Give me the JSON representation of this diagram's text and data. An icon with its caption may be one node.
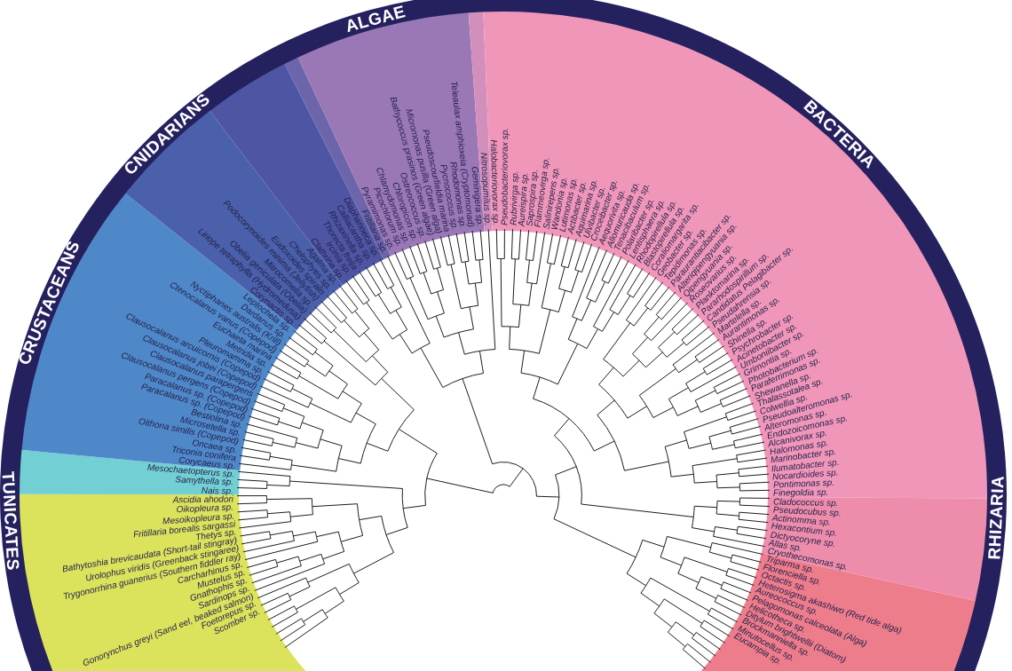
{
  "diagram": {
    "labels": [
      "TUNICATES",
      "CRUSTACEANS",
      "CNIDARIANS",
      "ALGAE",
      "BACTERIA",
      "RHIZARIA",
      "Scomber sp.",
      "Foetorepus sp.",
      "Gonorynchus greyi (Sand eel, beaked salmon)",
      "Sardinops sp.",
      "Gnathophis sp.",
      "Mustelus sp.",
      "Carcharhinus sp.",
      "Trygonorrhina guanerius (Southern fiddler ray)",
      "Urolophus viridis (Greenback stingaree)",
      "Bathytoshia brevicaudata (Short-tail stingray)",
      "Thetys sp.",
      "Fritillaria borealis sargassi",
      "Mesoikopleura sp.",
      "Oikopleura sp.",
      "Ascidia ahodori",
      "Nais sp.",
      "Samythella sp.",
      "Mesochaetopterus sp.",
      "Corycaeus sp.",
      "Triconia conifera",
      "Oncaea sp.",
      "Oithona similis (Copepod)",
      "Microsetella sp.",
      "Bestiolina sp.",
      "Paracalanus sp. (Copepod)",
      "Paracalanus sp. (Copepod)",
      "Clausocalanus pergens (Copepod)",
      "Clausocalanus parapergens",
      "Clausocalanus jobei (Copepod)",
      "Clausocalanus arcuicornis (Copepod)",
      "Pleuromamma sp.",
      "Metridia sp.",
      "Euchaeta marina",
      "Ctenocalanus vanus (Copepod)",
      "Nyctiphanes australis (Krill)",
      "Dardanus sp.",
      "Leptochela sp.",
      "Corynactis sp.",
      "Liriope tetraphylla (Hydromedusa)",
      "Obelia geniculata (Obelia)",
      "Mitrocomella sp.",
      "Podocorynoides minima (Jellyfish)",
      "Eudoxoides spiralis",
      "Chelophyes sp.",
      "Agalma sp.",
      "Clathrina sp.",
      "Ircinia sp.",
      "Thorecta freija",
      "Rhizaxinella sp.",
      "Calliacantha sp.",
      "Diaphanoeca sp.",
      "Fritillaria sp.",
      "Pyramimonas sp.",
      "Picochlorum sp.",
      "Chlamydomonas sp.",
      "Chloropicon sp.",
      "Ostreococcus sp.",
      "Bathycoccus prasinos (Green algae)",
      "Micromonas pusilla (Green alga)",
      "Pseudoscourfieldia marina",
      "Pycnococcus sp.",
      "Rhodomonas sp.",
      "Teleaulax amphioxeia (Cryptomonad)",
      "Geminigera sp.",
      "Nitrosopumilus sp.",
      "Halobacteriovorax sp.",
      "Pseudobacteriovorax sp.",
      "Rubrivirga sp.",
      "Aureispira sp.",
      "Saprospira sp.",
      "Flammeovirga sp.",
      "Salinirepens sp.",
      "Wandonia sp.",
      "Lutimonas sp.",
      "Actibacter sp.",
      "Aquimarina sp.",
      "Ulvibacter sp.",
      "Croceibacter sp.",
      "Aequorivita sp.",
      "Allomuricauda sp.",
      "Tenacibaculum sp.",
      "Polaribacter sp.",
      "Lentisphaera sp.",
      "Rhodopirellula sp.",
      "Blastopirellula sp.",
      "Coraliomargarita sp.",
      "Geobacter sp.",
      "Tepidimonas sp.",
      "Paraurantiacibacter sp.",
      "Alteriqipengyuania sp.",
      "Qipengyuania sp.",
      "Roseovarius sp.",
      "Planktomarina sp.",
      "Pararhodospirillum sp.",
      "Candidatus Pelagibacter sp.",
      "Pseudahrensia sp.",
      "Martelella sp.",
      "Aurantimonas sp.",
      "Shinella sp.",
      "Psychrobacter sp.",
      "Acinetobacter sp.",
      "Umboniibacter sp.",
      "Grimontia sp.",
      "Photobacterium sp.",
      "Paraferrimonas sp.",
      "Shewanella sp.",
      "Thalassotalea sp.",
      "Colwellia sp.",
      "Pseudoalteromonas sp.",
      "Alteromonas sp.",
      "Endozoicomonas sp.",
      "Alcanivorax sp.",
      "Halomonas sp.",
      "Marinobacter sp.",
      "Ilumatobacter sp.",
      "Nocardioides sp.",
      "Pontimonas sp.",
      "Finegoldia sp.",
      "Cladococcus sp.",
      "Pseudocubus sp.",
      "Actinomma sp.",
      "Hexacontium sp.",
      "Dictyocoryne sp.",
      "Allas sp.",
      "Cryothecomonas sp.",
      "Triparma sp.",
      "Florenciella sp.",
      "Octactis sp.",
      "Heterosigma akashiwo (Red tide alga)",
      "Aureococcus sp.",
      "Pelagomonas calceolata (Alga)",
      "Helicotheca sp.",
      "Ditylum brightwellii (Diatom)",
      "Brockmanniella sp.",
      "Minutocellus sp.",
      "Eucampia sp."
    ]
  }
}
